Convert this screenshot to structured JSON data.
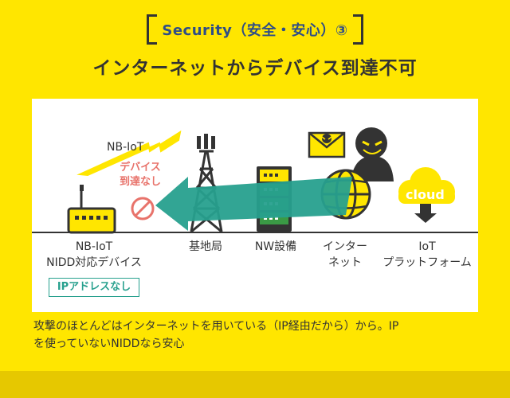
{
  "header": {
    "badge": "Security（安全・安心）③",
    "title": "インターネットからデバイス到達不可"
  },
  "diagram": {
    "nbiot_label": "NB-IoT",
    "unreachable_line1": "デバイス",
    "unreachable_line2": "到達なし",
    "cloud_text": "cloud",
    "labels": {
      "device_line1": "NB-IoT",
      "device_line2": "NIDD対応デバイス",
      "basestation": "基地局",
      "nw": "NW設備",
      "internet_line1": "インター",
      "internet_line2": "ネット",
      "iot_line1": "IoT",
      "iot_line2": "プラットフォーム"
    },
    "tag": "IPアドレスなし"
  },
  "footer": {
    "text_line1": "攻撃のほとんどはインターネットを用いている（IP経由だから）から。IP",
    "text_line2": "を使っていないNIDDなら安心"
  },
  "colors": {
    "background": "#FFE600",
    "badge_text": "#2E4D87",
    "arrow": "#27A08E",
    "unreachable": "#E8736B",
    "tag": "#27A08E",
    "equipment_green": "#3A9A45",
    "device_yellow": "#FFE600"
  }
}
